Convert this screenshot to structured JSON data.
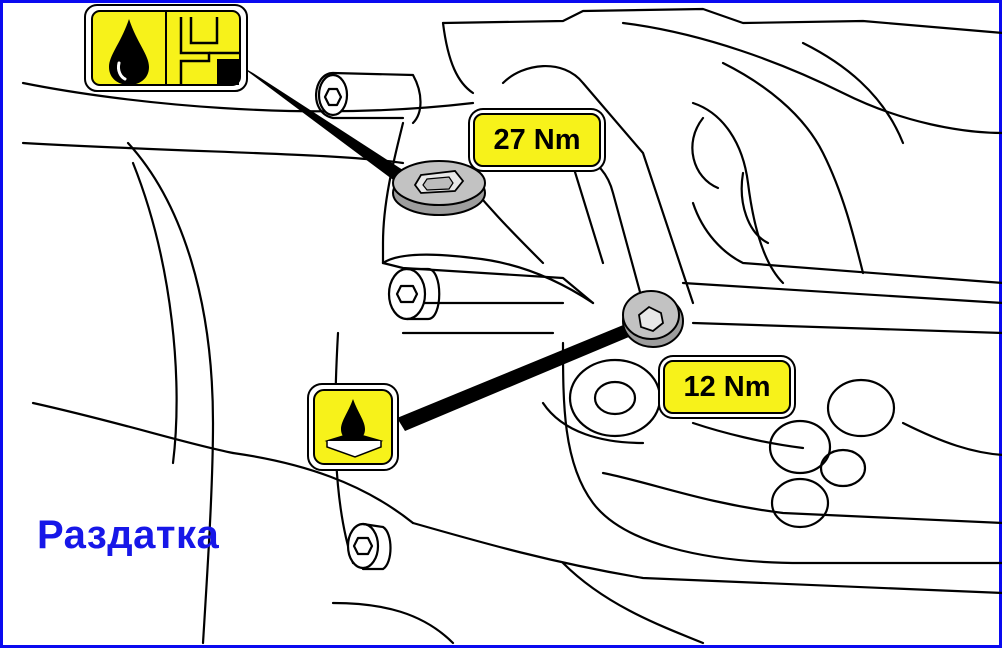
{
  "labels": {
    "torque_fill_plug": "27 Nm",
    "torque_drain_plug": "12 Nm",
    "caption": "Раздатка"
  },
  "colors": {
    "frame": "#0a0af0",
    "badge_fill": "#f7f21a",
    "caption": "#1717e8"
  },
  "icons": {
    "fill_symbol": "oil-fill-level-icon",
    "drain_symbol": "oil-drain-icon"
  }
}
